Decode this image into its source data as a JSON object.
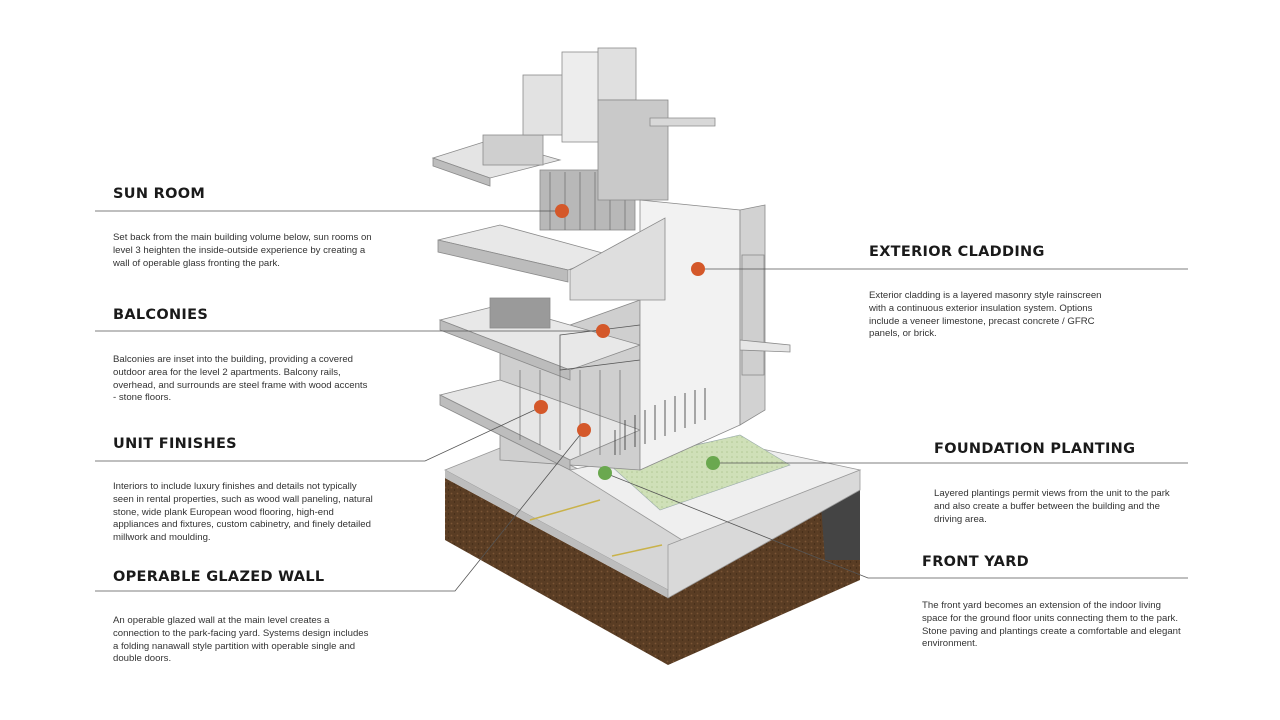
{
  "colors": {
    "accent_marker": "#d4582a",
    "planting_marker": "#6aa84f",
    "leader": "#555555"
  },
  "callouts": {
    "sun_room": {
      "title": "SUN ROOM",
      "body": "Set back from the main building volume below, sun rooms on level 3 heighten the inside-outside experience by creating a wall of operable glass fronting the park."
    },
    "balconies": {
      "title": "BALCONIES",
      "body": "Balconies are inset into the building, providing a covered outdoor area for the level 2 apartments.  Balcony rails, overhead, and surrounds are steel frame with wood accents - stone floors."
    },
    "unit_finishes": {
      "title": "UNIT FINISHES",
      "body": "Interiors to include luxury finishes and details not typically seen in rental properties, such as wood wall paneling, natural stone, wide plank European wood flooring, high-end appliances and fixtures, custom cabinetry, and finely detailed millwork and moulding."
    },
    "operable_glazed_wall": {
      "title": "OPERABLE GLAZED WALL",
      "body": "An operable glazed wall at the main level creates a connection to the park-facing yard.  Systems design includes a folding nanawall style partition with operable single and double doors."
    },
    "exterior_cladding": {
      "title": "EXTERIOR CLADDING",
      "body": "Exterior cladding is a layered masonry style rainscreen with a continuous exterior insulation system.  Options include a veneer limestone, precast concrete / GFRC panels, or brick."
    },
    "foundation_planting": {
      "title": "FOUNDATION PLANTING",
      "body": "Layered plantings permit views from the unit to the park and also create a buffer between the building and the driving area."
    },
    "front_yard": {
      "title": "FRONT YARD",
      "body": "The front yard becomes an extension of the indoor living space for the ground floor units connecting them to the park. Stone paving and plantings create a comfortable and elegant environment."
    }
  }
}
